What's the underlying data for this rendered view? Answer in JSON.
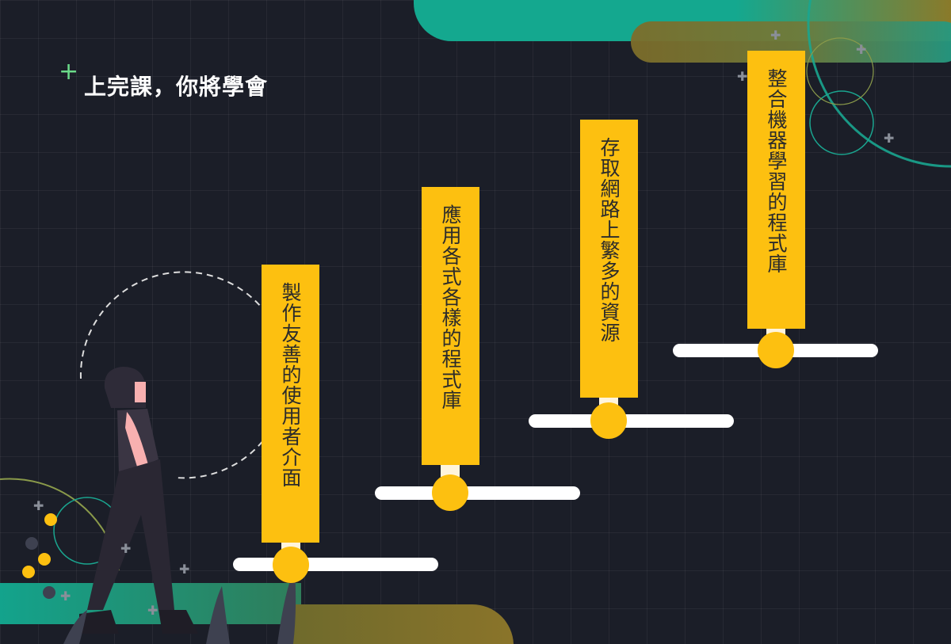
{
  "title": "上完課，你將學會",
  "steps": [
    {
      "label": "製作友善的使用者介面"
    },
    {
      "label": "應用各式各樣的程式庫"
    },
    {
      "label": "存取網路上繁多的資源"
    },
    {
      "label": "整合機器學習的程式庫"
    }
  ],
  "colors": {
    "background": "#1b1e28",
    "accent": "#fdc010",
    "teal": "#1aa58f"
  }
}
